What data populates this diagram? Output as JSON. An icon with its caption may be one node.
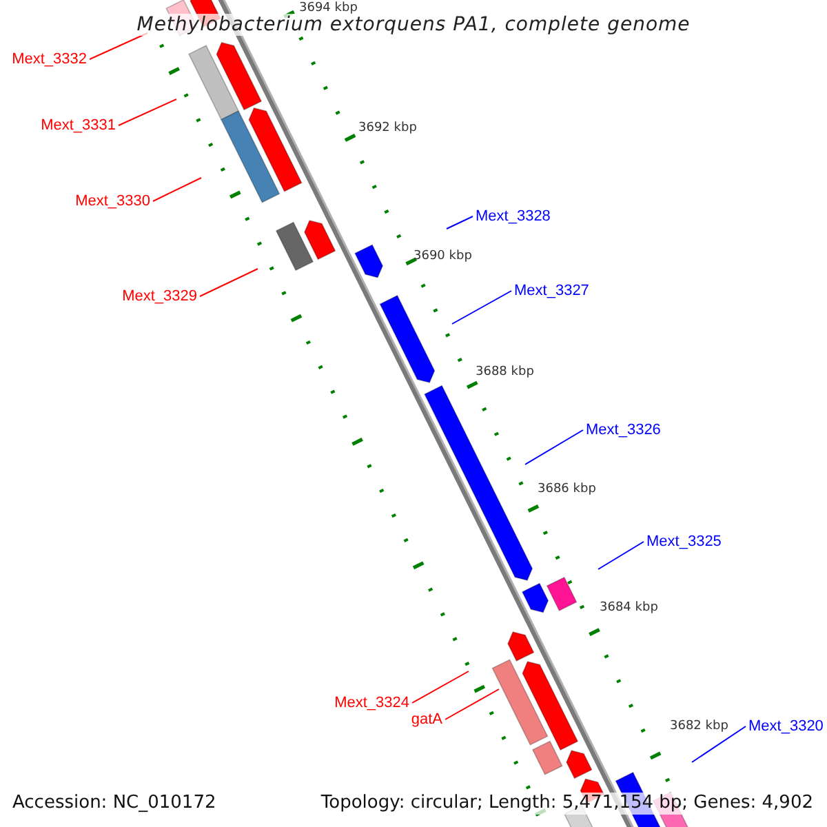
{
  "diagram": {
    "title": "Methylobacterium extorquens PA1, complete genome",
    "nodes": [
      {
        "text": [
          "Mext_3332"
        ]
      },
      {
        "text": [
          "Mext_3331"
        ]
      },
      {
        "text": [
          "Mext_3330"
        ]
      },
      {
        "text": [
          "Mext_3328"
        ]
      },
      {
        "text": [
          "Mext_3327"
        ]
      },
      {
        "text": [
          "Mext_3329"
        ]
      },
      {
        "text": [
          "Mext_3326"
        ]
      },
      {
        "text": [
          "Mext_3325"
        ]
      },
      {
        "text": [
          "Mext_3324"
        ]
      },
      {
        "text": [
          "gatA"
        ]
      },
      {
        "text": [
          "Mext_3320"
        ]
      }
    ],
    "edges": [
      {
        "from": 0,
        "to": null,
        "arrow": "none"
      },
      {
        "from": 1,
        "to": null,
        "arrow": "none"
      },
      {
        "from": 2,
        "to": null,
        "arrow": "none"
      },
      {
        "from": 3,
        "to": null,
        "arrow": "none",
        "color": "#0000ff"
      },
      {
        "from": 4,
        "to": null,
        "arrow": "none",
        "color": "#0000ff"
      },
      {
        "from": 5,
        "to": null,
        "arrow": "none"
      },
      {
        "from": 6,
        "to": null,
        "arrow": "none",
        "color": "#0000ff"
      },
      {
        "from": 7,
        "to": null,
        "arrow": "none",
        "color": "#0000ff"
      },
      {
        "from": 8,
        "to": null,
        "arrow": "none"
      },
      {
        "from": 9,
        "to": null,
        "arrow": "none"
      },
      {
        "from": 10,
        "to": null,
        "arrow": "none",
        "color": "#0000ff"
      }
    ],
    "labels": [
      "3694 kbp",
      "3692 kbp",
      "3690 kbp",
      "3688 kbp",
      "3686 kbp",
      "3684 kbp",
      "3682 kbp",
      "Accession: NC_010172",
      "Topology: circular; Length: 5,471,154 bp; Genes: 4,902"
    ]
  }
}
